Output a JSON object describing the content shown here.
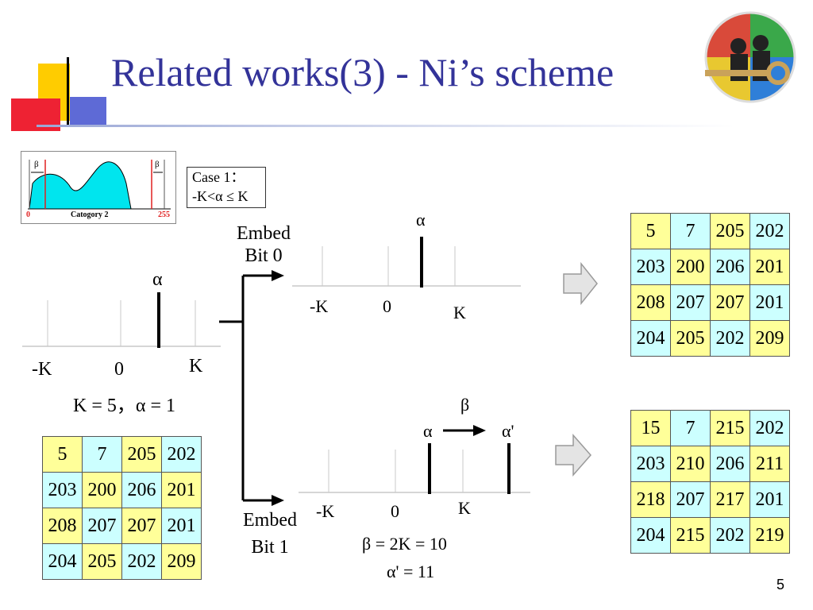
{
  "slide": {
    "title": "Related works(3) - Ni’s scheme",
    "page_number": "5"
  },
  "histogram_thumb": {
    "left_mark": "0",
    "category_label": "Catogory 2",
    "right_mark": "255",
    "beta_label": "β"
  },
  "case_box": {
    "line1": "Case 1：",
    "line2": "-K<α ≤ K"
  },
  "left_diagram": {
    "alpha": "α",
    "neg_k": "-K",
    "zero": "0",
    "k": "K",
    "params": "K = 5，α = 1"
  },
  "embed0": {
    "line1": "Embed",
    "line2": "Bit 0",
    "alpha": "α",
    "neg_k": "-K",
    "zero": "0",
    "k": "K"
  },
  "embed1": {
    "line1": "Embed",
    "line2": "Bit 1",
    "alpha": "α",
    "beta": "β",
    "alpha_prime": "α'",
    "neg_k": "-K",
    "zero": "0",
    "k": "K",
    "beta_eq": "β = 2K = 10",
    "alpha_prime_eq": "α' = 11"
  },
  "grids": {
    "original": [
      [
        "5",
        "7",
        "205",
        "202"
      ],
      [
        "203",
        "200",
        "206",
        "201"
      ],
      [
        "208",
        "207",
        "207",
        "201"
      ],
      [
        "204",
        "205",
        "202",
        "209"
      ]
    ],
    "bit0": [
      [
        "5",
        "7",
        "205",
        "202"
      ],
      [
        "203",
        "200",
        "206",
        "201"
      ],
      [
        "208",
        "207",
        "207",
        "201"
      ],
      [
        "204",
        "205",
        "202",
        "209"
      ]
    ],
    "bit1": [
      [
        "15",
        "7",
        "215",
        "202"
      ],
      [
        "203",
        "210",
        "206",
        "211"
      ],
      [
        "218",
        "207",
        "217",
        "201"
      ],
      [
        "204",
        "215",
        "202",
        "219"
      ]
    ]
  },
  "colors": {
    "title": "#333399",
    "yellow_cell": "#ffff99",
    "cyan_cell": "#ccffff",
    "histogram_fill": "#00e5ee",
    "marker_red": "#e02020"
  }
}
